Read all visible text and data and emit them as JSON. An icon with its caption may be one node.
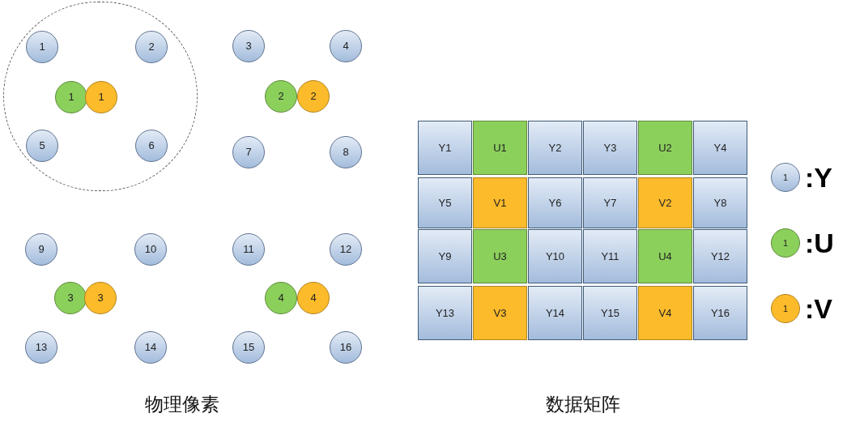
{
  "diagram": {
    "nodes": [
      {
        "text": [],
        "shape": "circle"
      },
      {
        "text": [
          "1"
        ],
        "in": 0
      },
      {
        "text": [
          "2"
        ],
        "in": 0
      },
      {
        "text": [
          "3"
        ]
      },
      {
        "text": [
          "4"
        ]
      },
      {
        "text": [
          "1"
        ],
        "in": 0
      },
      {
        "text": [
          "1"
        ],
        "in": 0
      },
      {
        "text": [
          "2"
        ]
      },
      {
        "text": [
          "2"
        ]
      },
      {
        "text": [
          "5"
        ],
        "in": 0
      },
      {
        "text": [
          "6"
        ],
        "in": 0
      },
      {
        "text": [
          "7"
        ]
      },
      {
        "text": [
          "8"
        ]
      },
      {
        "text": [
          "9"
        ]
      },
      {
        "text": [
          "10"
        ]
      },
      {
        "text": [
          "11"
        ]
      },
      {
        "text": [
          "12"
        ]
      },
      {
        "text": [
          "3"
        ]
      },
      {
        "text": [
          "3"
        ]
      },
      {
        "text": [
          "4"
        ]
      },
      {
        "text": [
          "4"
        ]
      },
      {
        "text": [
          "13"
        ]
      },
      {
        "text": [
          "14"
        ]
      },
      {
        "text": [
          "15"
        ]
      },
      {
        "text": [
          "16"
        ]
      },
      {
        "text": [
          "Y1"
        ]
      },
      {
        "text": [
          "U1"
        ]
      },
      {
        "text": [
          "Y2"
        ]
      },
      {
        "text": [
          "Y3"
        ]
      },
      {
        "text": [
          "U2"
        ]
      },
      {
        "text": [
          "Y4"
        ]
      },
      {
        "text": [
          "Y5"
        ]
      },
      {
        "text": [
          "V1"
        ]
      },
      {
        "text": [
          "Y6"
        ]
      },
      {
        "text": [
          "Y7"
        ]
      },
      {
        "text": [
          "V2"
        ]
      },
      {
        "text": [
          "Y8"
        ]
      },
      {
        "text": [
          "Y9"
        ]
      },
      {
        "text": [
          "U3"
        ]
      },
      {
        "text": [
          "Y10"
        ]
      },
      {
        "text": [
          "Y11"
        ]
      },
      {
        "text": [
          "U4"
        ]
      },
      {
        "text": [
          "Y12"
        ]
      },
      {
        "text": [
          "Y13"
        ]
      },
      {
        "text": [
          "V3"
        ]
      },
      {
        "text": [
          "Y14"
        ]
      },
      {
        "text": [
          "Y15"
        ]
      },
      {
        "text": [
          "V4"
        ]
      },
      {
        "text": [
          "Y16"
        ]
      },
      {
        "text": [
          "1"
        ],
        "beside": [
          ":Y"
        ]
      },
      {
        "text": [
          "1"
        ],
        "beside": [
          ":U"
        ]
      },
      {
        "text": [
          "1"
        ],
        "beside": [
          ":V"
        ]
      }
    ],
    "labels": [
      "物理像素",
      "数据矩阵"
    ]
  }
}
